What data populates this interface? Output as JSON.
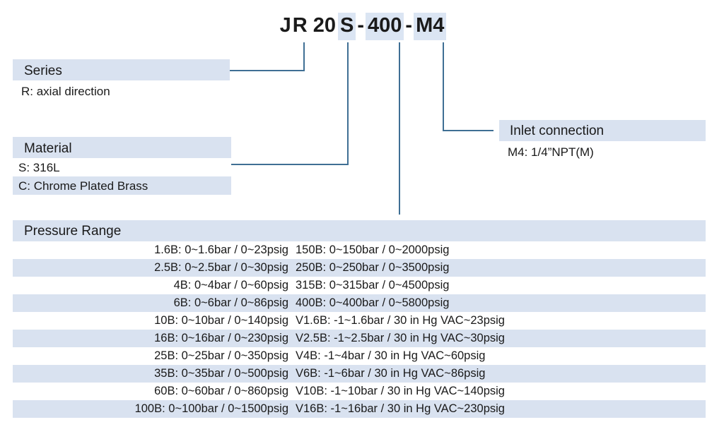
{
  "model_code": {
    "segments": [
      {
        "text": "JR",
        "highlight_part": "R"
      },
      {
        "text": "20",
        "highlight": false
      },
      {
        "text": "S",
        "highlight": true
      },
      {
        "text": "-",
        "separator": true
      },
      {
        "text": "400",
        "highlight": true
      },
      {
        "text": "-",
        "separator": true
      },
      {
        "text": "M4",
        "highlight": true
      }
    ],
    "prefix_plain": "J",
    "prefix_hl": "R",
    "size": "20",
    "material_code": "S",
    "dash1": "-",
    "range_code": "400",
    "dash2": "-",
    "inlet_code": "M4"
  },
  "series": {
    "title": "Series",
    "options": [
      "R: axial direction"
    ]
  },
  "material": {
    "title": "Material",
    "options": [
      "S:  316L",
      "C:  Chrome Plated Brass"
    ]
  },
  "inlet_connection": {
    "title": "Inlet connection",
    "options": [
      "M4: 1/4”NPT(M)"
    ]
  },
  "pressure_range": {
    "title": "Pressure Range",
    "rows": [
      {
        "left": "1.6B: 0~1.6bar / 0~23psig",
        "right": "150B:  0~150bar / 0~2000psig"
      },
      {
        "left": "2.5B: 0~2.5bar / 0~30psig",
        "right": "250B: 0~250bar / 0~3500psig"
      },
      {
        "left": "4B: 0~4bar / 0~60psig",
        "right": "315B: 0~315bar / 0~4500psig"
      },
      {
        "left": "6B: 0~6bar / 0~86psig",
        "right": "400B: 0~400bar / 0~5800psig"
      },
      {
        "left": "10B: 0~10bar / 0~140psig",
        "right": "V1.6B: -1~1.6bar / 30 in Hg VAC~23psig"
      },
      {
        "left": "16B: 0~16bar / 0~230psig",
        "right": "V2.5B: -1~2.5bar / 30 in Hg VAC~30psig"
      },
      {
        "left": "25B: 0~25bar / 0~350psig",
        "right": "V4B: -1~4bar / 30 in Hg VAC~60psig"
      },
      {
        "left": "35B: 0~35bar / 0~500psig",
        "right": "V6B: -1~6bar / 30 in Hg VAC~86psig"
      },
      {
        "left": "60B: 0~60bar / 0~860psig",
        "right": "V10B: -1~10bar / 30 in Hg VAC~140psig"
      },
      {
        "left": "100B: 0~100bar / 0~1500psig",
        "right": "V16B: -1~16bar / 30 in Hg VAC~230psig"
      }
    ]
  },
  "colors": {
    "band": "#d9e2f0",
    "highlight": "#dbe5f3",
    "leader_line": "#3f6f94",
    "text": "#1a1a1a",
    "background": "#ffffff"
  }
}
